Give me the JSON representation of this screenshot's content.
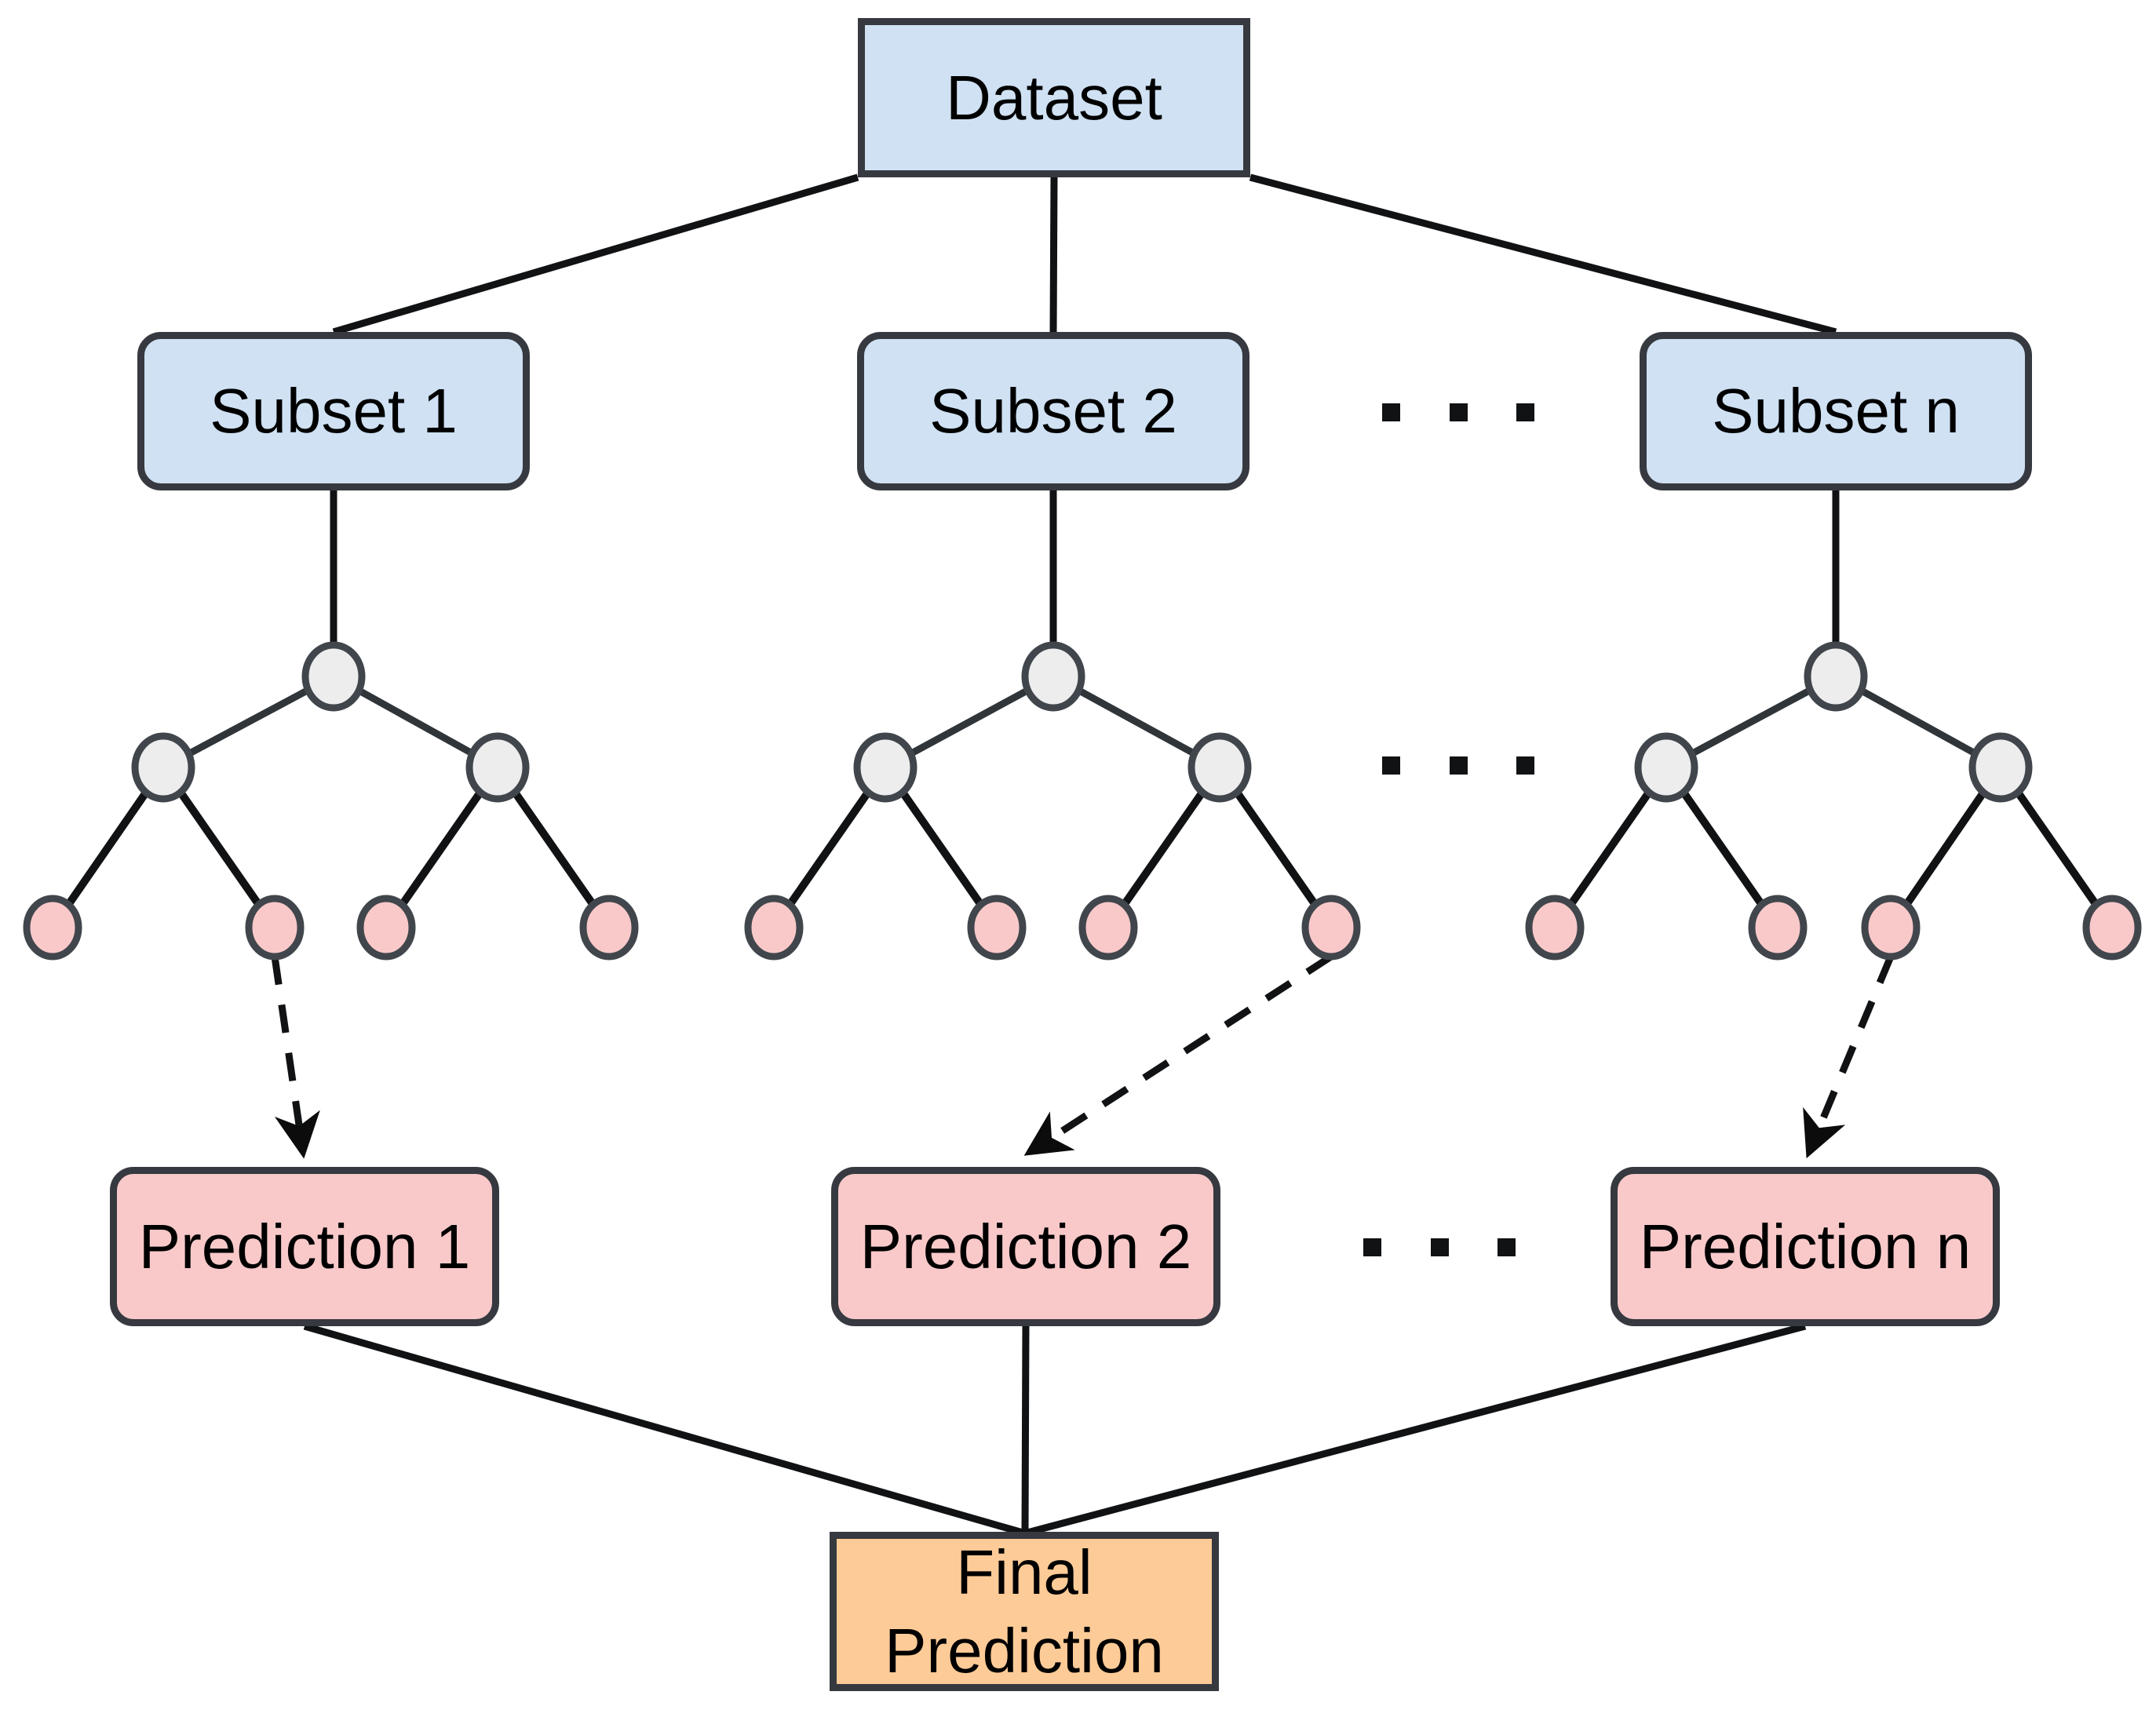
{
  "diagram": {
    "dataset": {
      "label": "Dataset"
    },
    "subsets": [
      {
        "label": "Subset 1"
      },
      {
        "label": "Subset 2"
      },
      {
        "label": "Subset n"
      }
    ],
    "predictions": [
      {
        "label": "Prediction 1"
      },
      {
        "label": "Prediction 2"
      },
      {
        "label": "Prediction n"
      }
    ],
    "final": {
      "line1": "Final",
      "line2": "Prediction"
    },
    "ellipsis_symbol": "...",
    "ellipsis_groups": 3
  },
  "colors": {
    "subset_fill": "#cfe1f3",
    "prediction_fill": "#f9c9ca",
    "final_fill": "#fdcb97",
    "box_border": "#36393f",
    "node_gray_fill": "#ededee",
    "node_border": "#41464c",
    "leaf_fill": "#f9c9ca",
    "tree_edge": "#30353a",
    "line": "#101214",
    "background": "#ffffff"
  }
}
